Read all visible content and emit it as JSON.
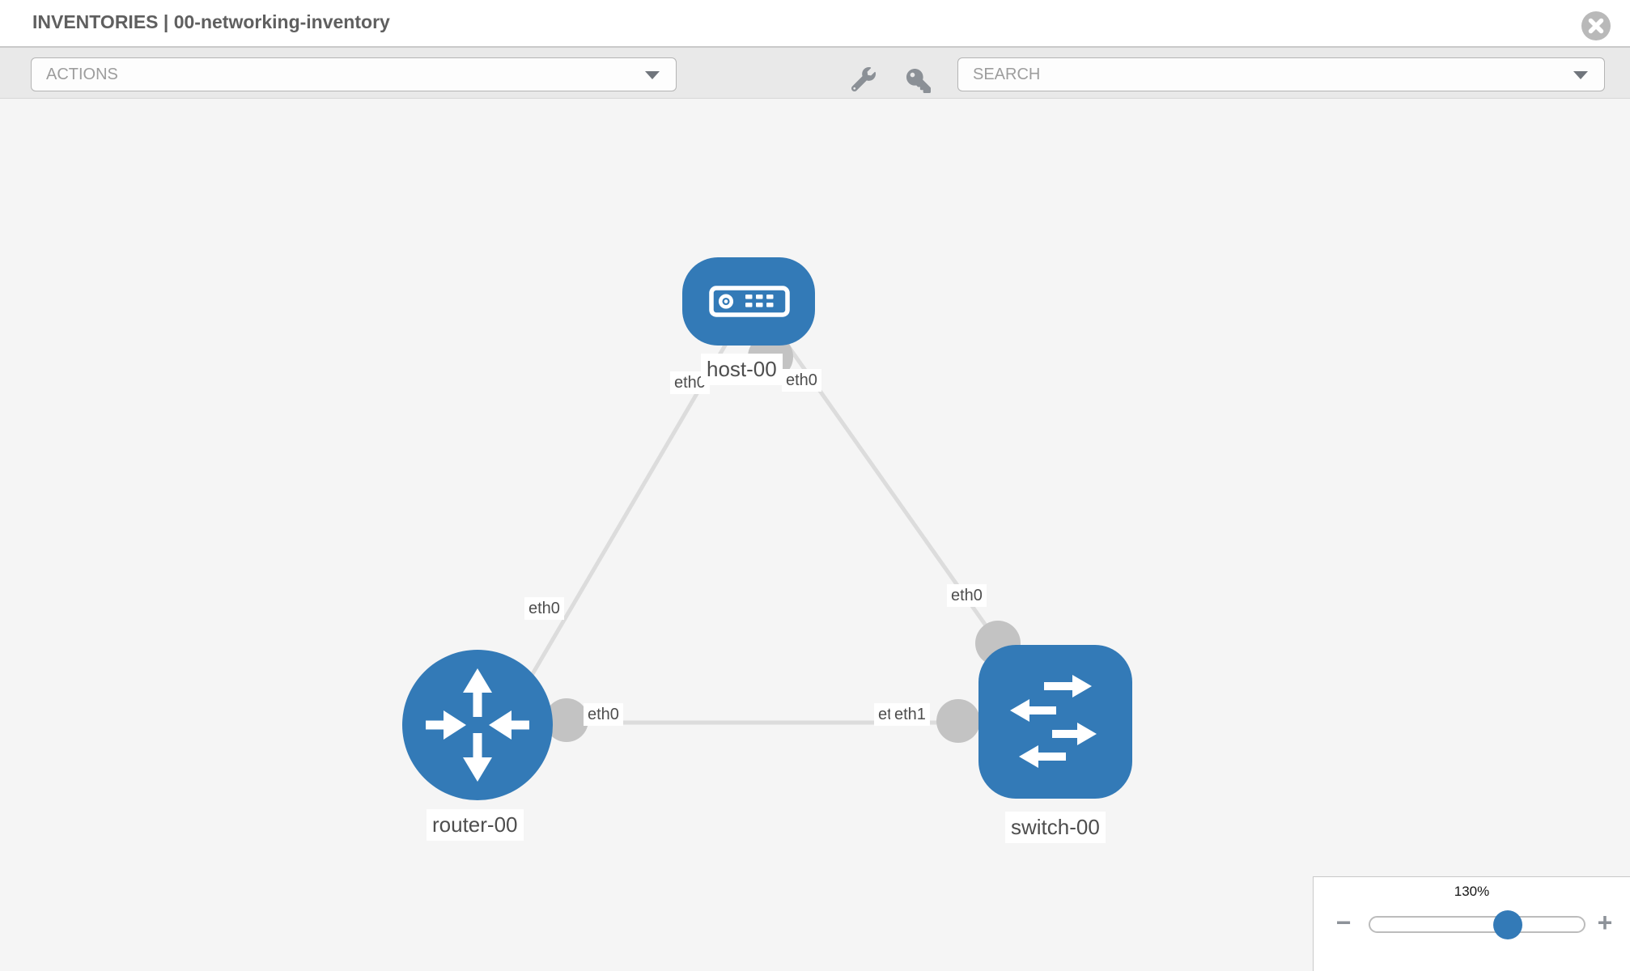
{
  "window": {
    "title": "INVENTORIES | 00-networking-inventory"
  },
  "toolbar": {
    "actions": {
      "placeholder": "ACTIONS"
    },
    "search": {
      "placeholder": "SEARCH"
    },
    "tools": [
      {
        "icon": "wrench-icon"
      },
      {
        "icon": "key-icon"
      }
    ]
  },
  "topology": {
    "nodes": [
      {
        "id": "host-00",
        "type": "host",
        "label": "host-00"
      },
      {
        "id": "router-00",
        "type": "router",
        "label": "router-00"
      },
      {
        "id": "switch-00",
        "type": "switch",
        "label": "switch-00"
      }
    ],
    "links": [
      {
        "from": "host-00",
        "to": "router-00",
        "labels": {
          "near_host": "eth0",
          "near_router": "eth0"
        }
      },
      {
        "from": "host-00",
        "to": "switch-00",
        "labels": {
          "near_host": "eth0",
          "near_switch": "eth0"
        }
      },
      {
        "from": "router-00",
        "to": "switch-00",
        "labels": {
          "near_router": "eth0",
          "near_switch_under": "eth0",
          "near_switch_over": "eth1"
        }
      }
    ]
  },
  "zoom_control": {
    "value": "130%",
    "minus_label": "−",
    "plus_label": "+",
    "slider_percent": 64
  },
  "colors": {
    "node_blue": "#337ab7",
    "link_gray": "#dcdcdc",
    "interface_gray": "#c3c3c3",
    "canvas_bg": "#f5f5f5",
    "toolbar_bg": "#e9e9e9"
  }
}
